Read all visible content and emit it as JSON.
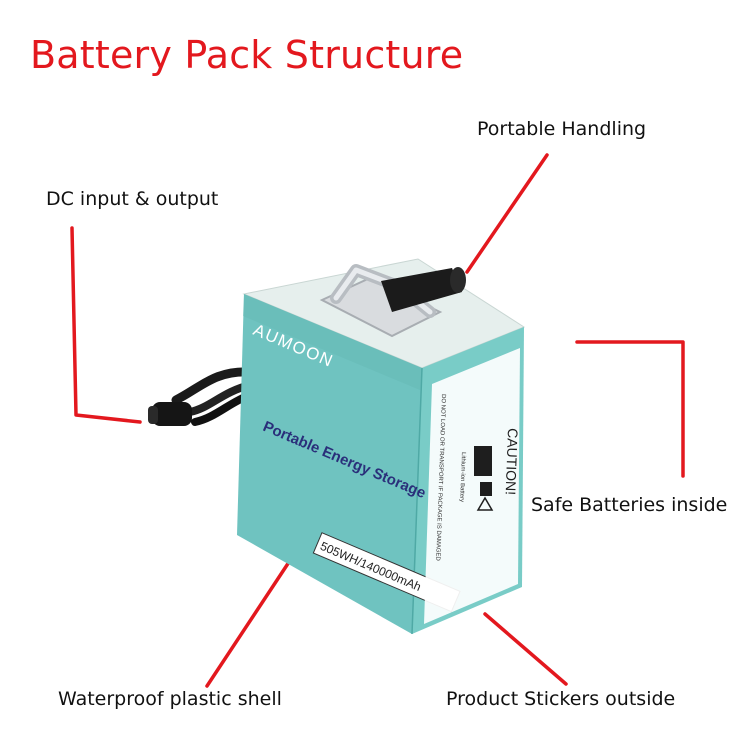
{
  "title": "Battery Pack Structure",
  "labels": {
    "dc_io": "DC input & output",
    "handling": "Portable Handling",
    "safe_batteries": "Safe Batteries inside",
    "shell": "Waterproof plastic shell",
    "stickers": "Product Stickers outside"
  },
  "product": {
    "brand": "AUMOON",
    "front_text": "Portable Energy Storage",
    "capacity": "505WH/140000mAh",
    "caution": "CAUTION!",
    "side_note": "DO NOT LOAD OR TRANSPORT IF PACKAGE IS DAMAGED",
    "battery_type": "Lithium-ion Battery"
  },
  "colors": {
    "title": "#e3181e",
    "leader_line": "#e3181e",
    "box_front": "#6fc3c0",
    "box_side": "#78cbc6",
    "box_top": "#e5eeec",
    "text_navy": "#2a2f7a"
  }
}
